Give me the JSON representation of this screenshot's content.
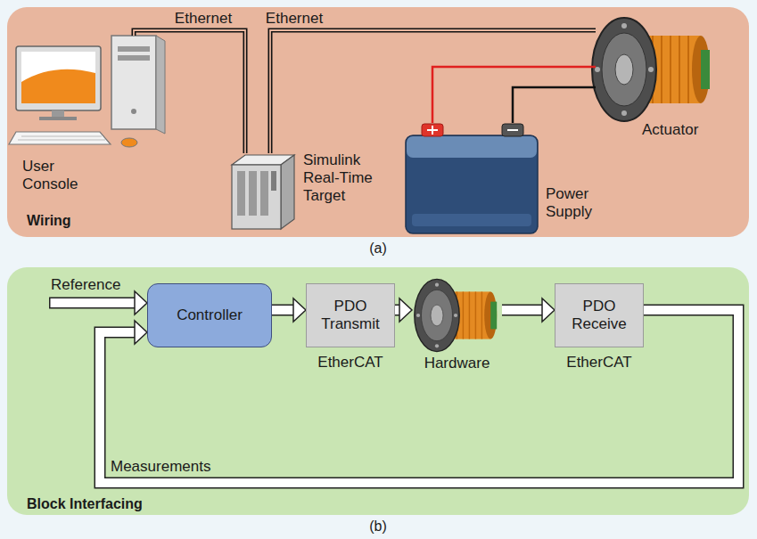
{
  "diagram": {
    "nodes": [
      {
        "text": [
          "Wiring"
        ]
      },
      {
        "text": [
          "User Console"
        ],
        "in": 0
      },
      {
        "text": [
          "Simulink Real-Time Target"
        ],
        "in": 0
      },
      {
        "text": [
          "Actuator"
        ],
        "in": 0
      },
      {
        "text": [
          "Power Supply"
        ],
        "in": 0
      },
      {
        "text": [
          "Block Interfacing"
        ]
      },
      {
        "text": [
          "Controller"
        ],
        "in": 5
      },
      {
        "text": [
          "PDO Transmit",
          "EtherCAT"
        ],
        "in": 5
      },
      {
        "text": [
          "Hardware"
        ],
        "in": 5
      },
      {
        "text": [
          "PDO Receive",
          "EtherCAT"
        ],
        "in": 5
      }
    ],
    "edges": [
      {
        "from": 1,
        "to": 2,
        "label": "Ethernet",
        "arrow": "none"
      },
      {
        "from": 2,
        "to": 3,
        "label": "Ethernet",
        "arrow": "none"
      },
      {
        "from": 4,
        "to": 3,
        "arrow": "none"
      },
      {
        "from": 4,
        "to": 3,
        "arrow": "none"
      },
      {
        "from": 6,
        "to": 7,
        "arrow": "to"
      },
      {
        "from": 7,
        "to": 8,
        "arrow": "to"
      },
      {
        "from": 8,
        "to": 9,
        "arrow": "to"
      },
      {
        "from": 9,
        "to": 6,
        "label": "Measurements",
        "arrow": "to"
      }
    ],
    "labels": [
      "(a)",
      "(b)",
      "Reference"
    ]
  }
}
